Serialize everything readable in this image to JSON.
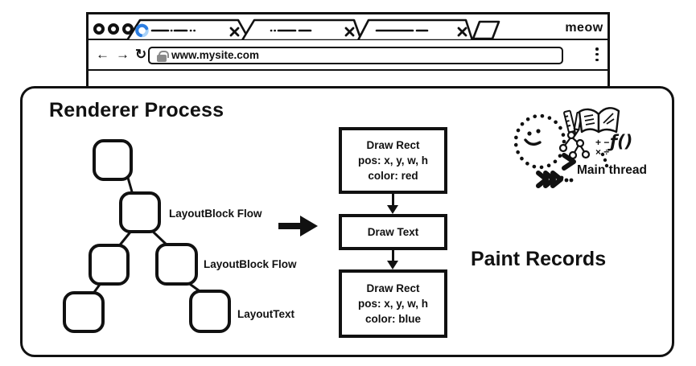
{
  "browser": {
    "brand_label": "meow",
    "tabs": [
      {
        "name": "tab-1",
        "icons": [
          "spinner-icon",
          "close-icon"
        ]
      },
      {
        "name": "tab-2",
        "icons": [
          "close-icon"
        ]
      },
      {
        "name": "tab-3",
        "icons": [
          "close-icon"
        ]
      }
    ],
    "new_tab_icon": "new-tab-parallelogram-icon",
    "toolbar": {
      "back_icon": "←",
      "forward_icon": "→",
      "reload_icon": "↻",
      "lock_icon": "padlock-icon",
      "url_value": "www.mysite.com",
      "menu_icon": "vertical-ellipsis-icon"
    }
  },
  "diagram": {
    "title": "Renderer Process",
    "tree_labels": [
      "LayoutBlock Flow",
      "LayoutBlock Flow",
      "LayoutText"
    ],
    "paint_boxes": [
      {
        "lines": [
          "Draw Rect",
          "pos: x, y, w, h",
          "color: red"
        ]
      },
      {
        "lines": [
          "Draw Text"
        ]
      },
      {
        "lines": [
          "Draw Rect",
          "pos: x, y, w, h",
          "color: blue"
        ]
      }
    ],
    "paint_records_label": "Paint Records",
    "mascot": {
      "math_row_1": "+ −",
      "math_row_2": "× ÷",
      "function_label": "ƒ()",
      "main_thread_label": "Main thread"
    }
  },
  "colors": {
    "ink": "#111111",
    "spinner_dark": "#2b7de1",
    "spinner_light": "#a9d2f8",
    "lock_gray": "#8a8a8a"
  }
}
